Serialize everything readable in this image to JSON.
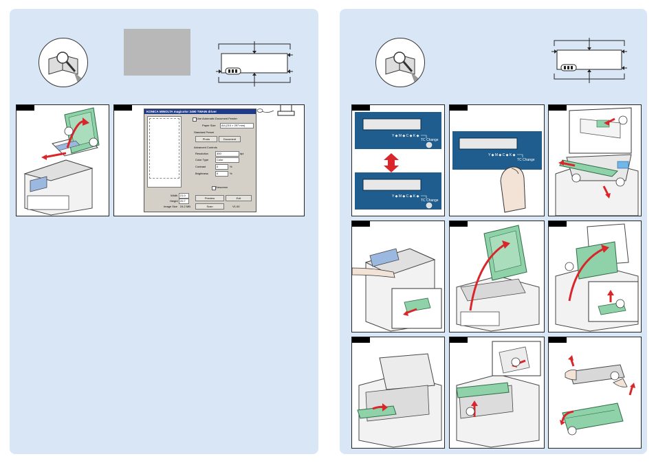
{
  "left_page": {
    "scan_dialog": {
      "title": "KONICA MINOLTA magicolor 2490 TWAIN driver",
      "auto_feeder_label": "Use Automatic Document Feeder",
      "paper_size_label": "Paper Size",
      "paper_size_value": "A4 (210 × 297 mm)",
      "standard_preset_label": "Standard Preset",
      "photo_button": "Photo",
      "document_button": "Document",
      "advanced_controls_label": "Advanced Controls",
      "resolution_label": "Resolution",
      "resolution_value": "300",
      "resolution_unit": "dpi",
      "color_type_label": "Color Type",
      "color_type_value": "Color",
      "contrast_label": "Contrast",
      "contrast_value": "0",
      "brightness_label": "Brightness",
      "brightness_value": "0",
      "percent": "%",
      "descreen_label": "Descreen",
      "width_label": "Width",
      "width_value": "21.0",
      "height_label": "Height",
      "height_value": "29.7",
      "image_size_label": "Image Size",
      "image_size_value": "24.2 MB",
      "preview_button": "Preview",
      "exit_button": "Exit",
      "scan_button": "Scan",
      "version": "V1.00"
    }
  },
  "right_page": {
    "panel_label": "TC Change"
  },
  "colors": {
    "panel_bg": "#d9e6f5",
    "lcd_blue": "#1f5d8f",
    "accent_red": "#d9262b",
    "part_green": "#8fd1a8"
  }
}
